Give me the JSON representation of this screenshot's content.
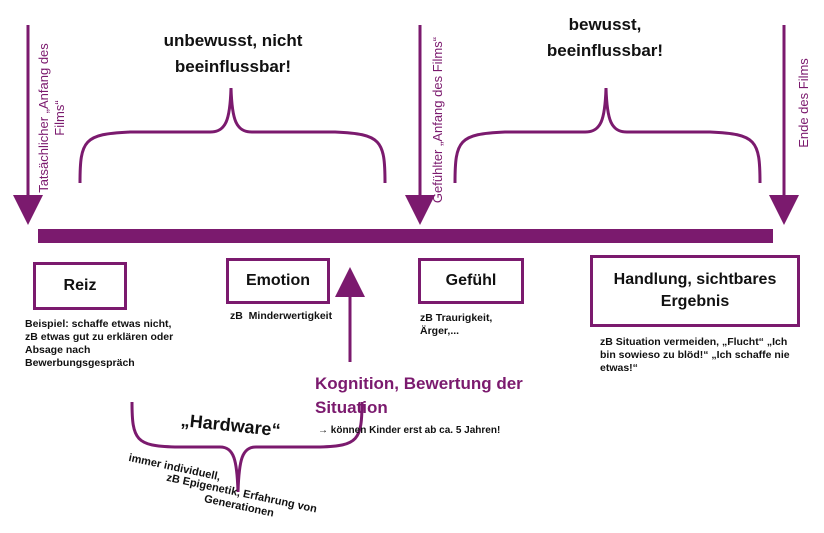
{
  "top": {
    "unconscious": "unbewusst, nicht beeinflussbar!",
    "conscious": "bewusst, beeinflussbar!"
  },
  "markers": {
    "actual_start": "Tatsächlicher „Anfang des Films“",
    "felt_start": "Gefühlter „Anfang des Films“",
    "end": "Ende des Films"
  },
  "stages": {
    "reiz": {
      "title": "Reiz",
      "text": "Beispiel: schaffe etwas nicht, zB etwas gut zu erklären oder Absage nach Bewerbungsgespräch"
    },
    "emotion": {
      "title": "Emotion",
      "text": "zB  Minderwertigkeit"
    },
    "gefuehl": {
      "title": "Gefühl",
      "text": "zB Traurigkeit, Ärger,..."
    },
    "handlung": {
      "title": "Handlung, sichtbares Ergebnis",
      "text": "zB Situation vermeiden, „Flucht“ „Ich bin sowieso zu blöd!“ „Ich schaffe nie etwas!“"
    }
  },
  "kognition": {
    "title": "Kognition, Bewertung der Situation",
    "note": "→ können Kinder erst ab ca. 5 Jahren!"
  },
  "hardware": {
    "label": "„Hardware“",
    "left": "immer individuell,",
    "right": "zB Epigenetik, Erfahrung von Generationen"
  },
  "colors": {
    "accent": "#7b1a6e"
  }
}
